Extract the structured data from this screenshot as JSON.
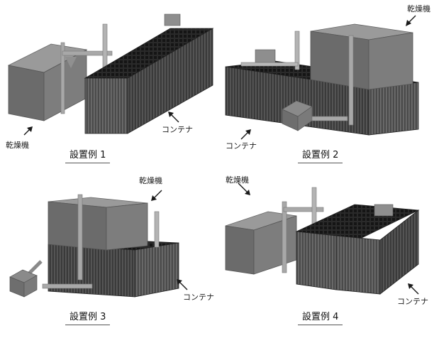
{
  "panels": [
    {
      "caption": "設置例 1",
      "dryer_label": "乾燥機",
      "container_label": "コンテナ"
    },
    {
      "caption": "設置例 2",
      "dryer_label": "乾燥機",
      "container_label": "コンテナ"
    },
    {
      "caption": "設置例 3",
      "dryer_label": "乾燥機",
      "container_label": "コンテナ"
    },
    {
      "caption": "設置例 4",
      "dryer_label": "乾燥機",
      "container_label": "コンテナ"
    }
  ],
  "colors": {
    "container_dark": "#2c2c2c",
    "container_mid": "#4a4a4a",
    "container_light": "#8a8a8a",
    "dryer_front": "#6b6b6b",
    "dryer_top": "#9a9a9a",
    "dryer_side": "#7d7d7d",
    "pipe": "#a8a8a8",
    "arrow": "#1a1a1a"
  }
}
